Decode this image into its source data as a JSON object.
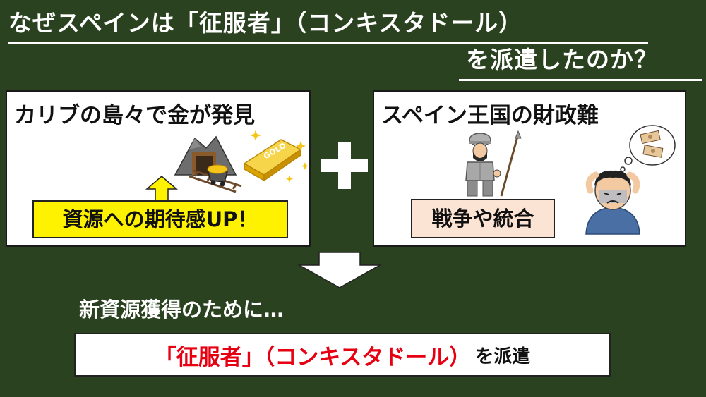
{
  "header": {
    "title_line1": "なぜスペインは「征服者」（コンキスタドール）",
    "title_line2": "を派遣したのか？"
  },
  "left_panel": {
    "heading": "カリブの島々で金が発見",
    "gold_bar_text": "GOLD",
    "label": "資源への期待感UP！",
    "icons": [
      "mine-icon",
      "gold-cart-icon",
      "gold-bar-icon",
      "sparkle-icon",
      "up-arrow-icon"
    ]
  },
  "right_panel": {
    "heading": "スペイン王国の財政難",
    "label": "戦争や統合",
    "icons": [
      "conquistador-soldier-icon",
      "worried-man-icon",
      "money-thought-icon"
    ]
  },
  "conclusion": {
    "text": "新資源獲得のために…",
    "result_red": "「征服者」（コンキスタドール）",
    "result_black": "を派遣"
  },
  "colors": {
    "background": "#2b4220",
    "highlight_yellow": "#fff200",
    "highlight_peach": "#fbe4d3",
    "accent_red": "#e60012",
    "gold": "#f5c518"
  }
}
